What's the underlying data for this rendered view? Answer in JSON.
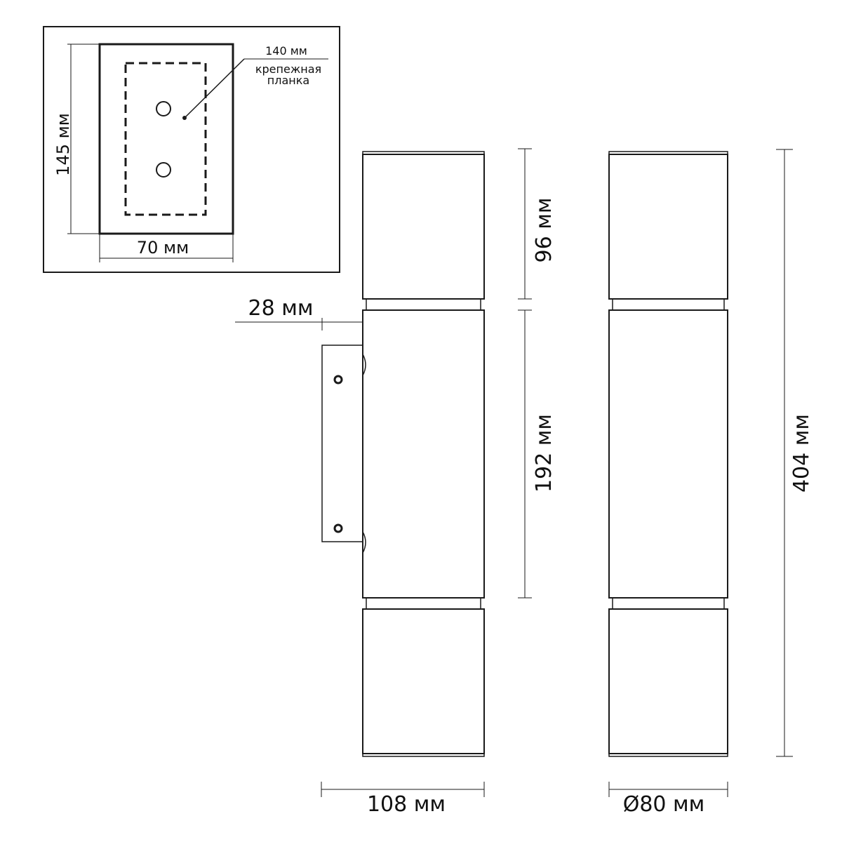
{
  "inset": {
    "callout_size": "140 мм",
    "callout_label_line1": "крепежная",
    "callout_label_line2": "планка",
    "height_label": "145 мм",
    "width_label": "70 мм"
  },
  "side_view": {
    "offset_label": "28 мм",
    "width_label": "108 мм",
    "top_height_label": "96 мм",
    "middle_height_label": "192 мм"
  },
  "front_view": {
    "total_height_label": "404 мм",
    "diameter_label": "Ø80 мм"
  },
  "colors": {
    "line": "#1a1a1a",
    "background": "#ffffff"
  }
}
